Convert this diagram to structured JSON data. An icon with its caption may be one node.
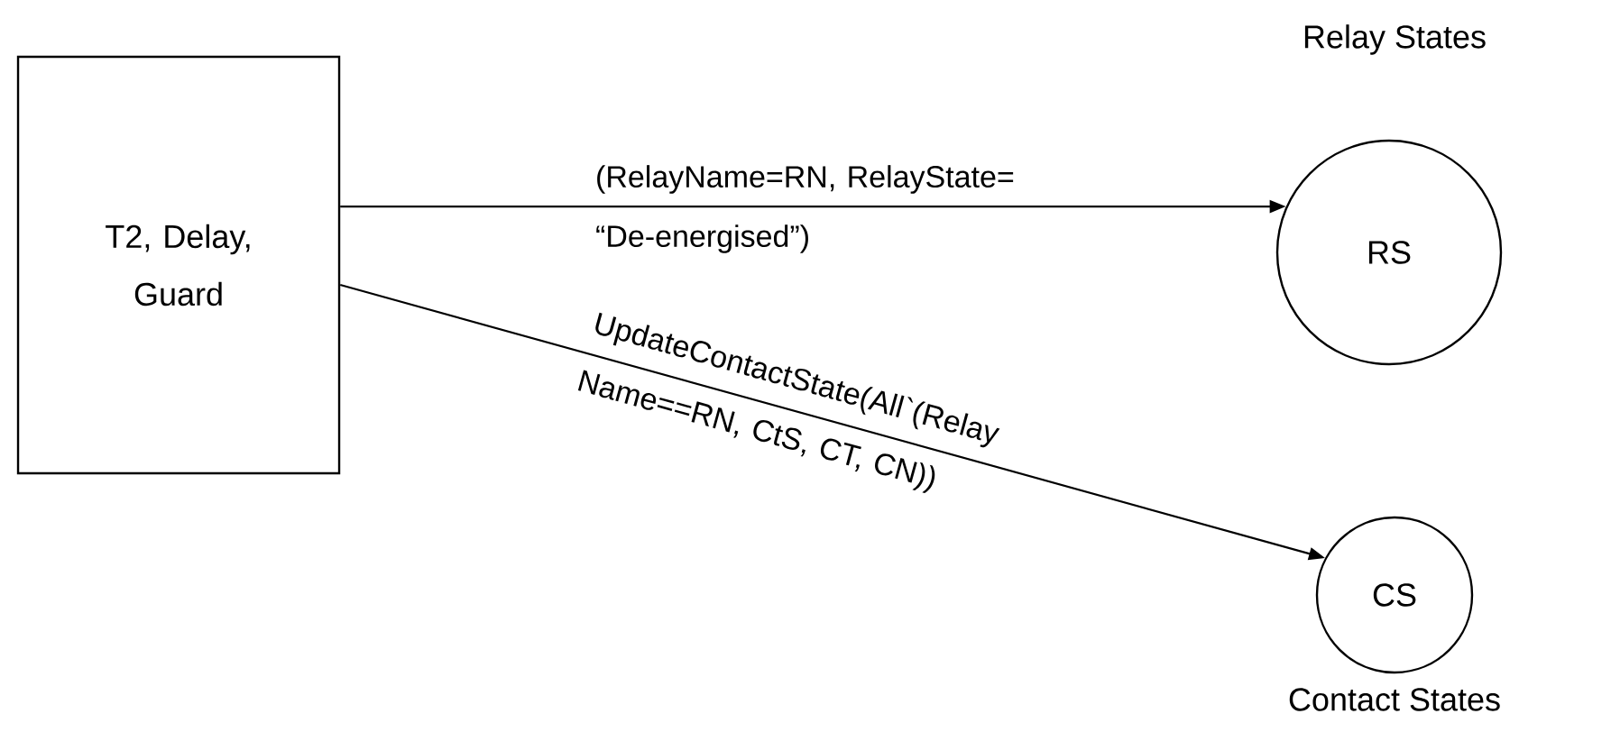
{
  "diagram": {
    "nodes": [
      {
        "text": [
          "T2, Delay, Guard"
        ]
      },
      {
        "text": [
          "RS"
        ],
        "beside": [
          "Relay States"
        ]
      },
      {
        "text": [
          "CS"
        ],
        "beside": [
          "Contact States"
        ]
      }
    ],
    "edges": [
      {
        "from": 0,
        "to": 1,
        "arrow": "to",
        "label": "(RelayName=RN, RelayState= “De-energised”)"
      },
      {
        "from": 0,
        "to": 2,
        "arrow": "to",
        "label": "UpdateContactState(All`(Relay Name==RN, CtS, CT, CN))"
      }
    ]
  }
}
